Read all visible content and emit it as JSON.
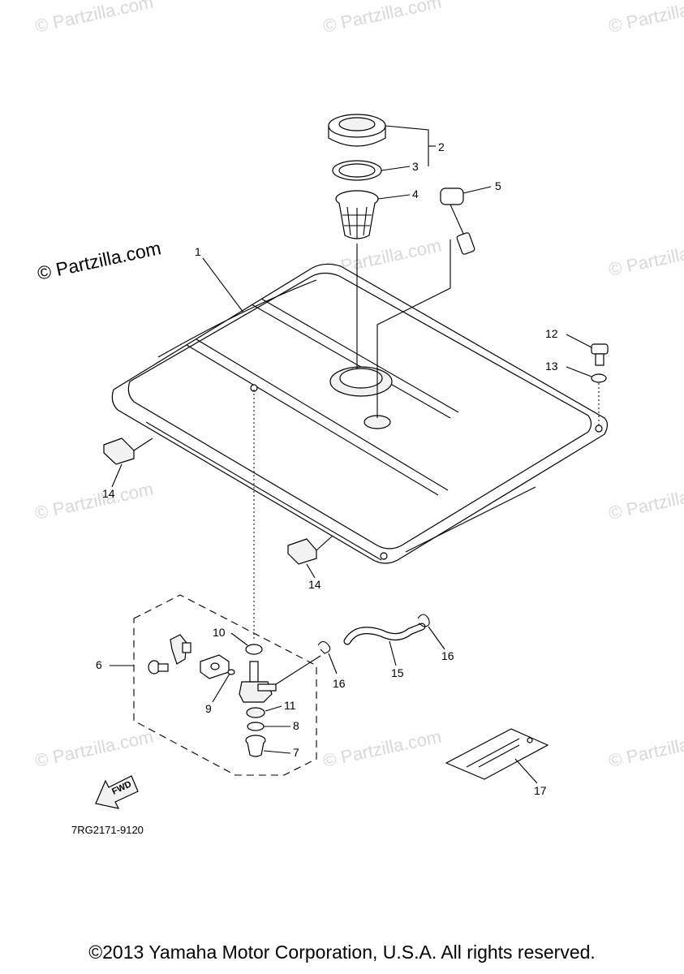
{
  "watermark": {
    "small": "© Partzilla.com",
    "large": "© Partzilla.com"
  },
  "callouts": {
    "c1": "1",
    "c2": "2",
    "c3": "3",
    "c4": "4",
    "c5": "5",
    "c6": "6",
    "c7": "7",
    "c8": "8",
    "c9": "9",
    "c10": "10",
    "c11": "11",
    "c12": "12",
    "c13": "13",
    "c14a": "14",
    "c14b": "14",
    "c15": "15",
    "c16a": "16",
    "c16b": "16",
    "c17": "17"
  },
  "fwd_label": "FWD",
  "diagram_code": "7RG2171-9120",
  "copyright": "©2013 Yamaha Motor Corporation, U.S.A. All rights reserved."
}
